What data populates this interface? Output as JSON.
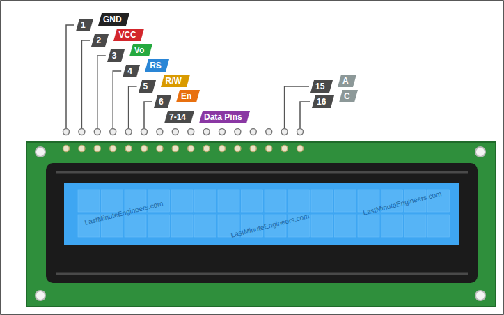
{
  "diagram": {
    "nodes": [
      {
        "text": [
          "1"
        ]
      },
      {
        "text": [
          "GND"
        ]
      },
      {
        "text": [
          "2"
        ]
      },
      {
        "text": [
          "VCC"
        ]
      },
      {
        "text": [
          "3"
        ]
      },
      {
        "text": [
          "Vo"
        ]
      },
      {
        "text": [
          "4"
        ]
      },
      {
        "text": [
          "RS"
        ]
      },
      {
        "text": [
          "5"
        ]
      },
      {
        "text": [
          "R/W"
        ]
      },
      {
        "text": [
          "6"
        ]
      },
      {
        "text": [
          "En"
        ]
      },
      {
        "text": [
          "7-14"
        ]
      },
      {
        "text": [
          "Data Pins"
        ]
      },
      {
        "text": [
          "15"
        ]
      },
      {
        "text": [
          "A"
        ]
      },
      {
        "text": [
          "16"
        ]
      },
      {
        "text": [
          "C"
        ]
      }
    ],
    "labels": [
      "LastMinuteEngineers.com",
      "LastMinuteEngineers.com",
      "LastMinuteEngineers.com"
    ]
  }
}
